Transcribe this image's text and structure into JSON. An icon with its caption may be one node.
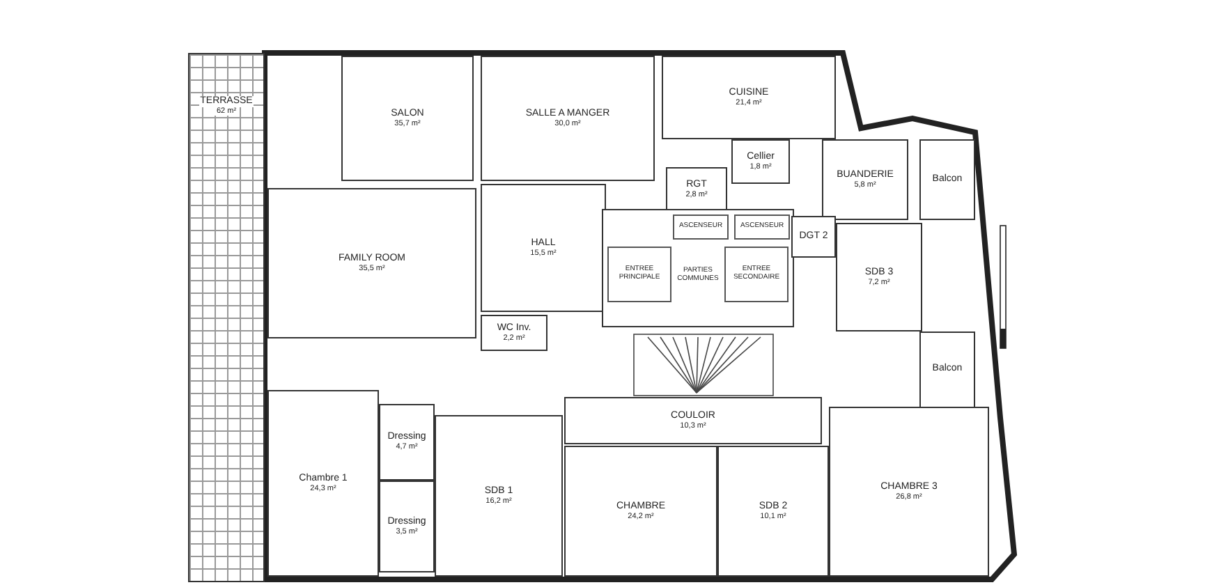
{
  "diagram": {
    "nodes": [
      {
        "text": [
          "TERRASSE",
          "62 m²"
        ]
      },
      {
        "text": [
          "SALON",
          "35,7 m²"
        ]
      },
      {
        "text": [
          "SALLE A MANGER",
          "30,0 m²"
        ]
      },
      {
        "text": [
          "CUISINE",
          "21,4 m²"
        ]
      },
      {
        "text": [
          "Cellier",
          "1,8 m²"
        ]
      },
      {
        "text": [
          "RGT",
          "2,8 m²"
        ]
      },
      {
        "text": [
          "BUANDERIE",
          "5,8 m²"
        ]
      },
      {
        "text": [
          "HALL",
          "15,5 m²"
        ]
      },
      {
        "text": [
          "FAMILY ROOM",
          "35,5 m²"
        ]
      },
      {
        "text": [
          "WC Inv.",
          "2,2 m²"
        ]
      },
      {
        "text": [
          "PARTIES COMMUNES"
        ]
      },
      {
        "text": [
          "ASCENSEUR"
        ],
        "in": 10
      },
      {
        "text": [
          "ASCENSEUR"
        ],
        "in": 10
      },
      {
        "text": [
          "ENTREE PRINCIPALE"
        ],
        "in": 10
      },
      {
        "text": [
          "ENTREE SECONDAIRE"
        ],
        "in": 10
      },
      {
        "text": [
          "DGT 2"
        ]
      },
      {
        "text": [
          "SDB 3",
          "7,2 m²"
        ]
      },
      {
        "text": [
          "Balcon"
        ]
      },
      {
        "text": [
          "Balcon"
        ]
      },
      {
        "text": [
          "Chambre 1",
          "24,3 m²"
        ]
      },
      {
        "text": [
          "Dressing",
          "4,7 m²"
        ]
      },
      {
        "text": [
          "Dressing",
          "3,5 m²"
        ]
      },
      {
        "text": [
          "SDB 1",
          "16,2 m²"
        ]
      },
      {
        "text": [
          "COULOIR",
          "10,3 m²"
        ]
      },
      {
        "text": [
          "CHAMBRE",
          "24,2 m²"
        ]
      },
      {
        "text": [
          "SDB 2",
          "10,1 m²"
        ]
      },
      {
        "text": [
          "CHAMBRE 3",
          "26,8 m²"
        ]
      }
    ],
    "edges": []
  }
}
